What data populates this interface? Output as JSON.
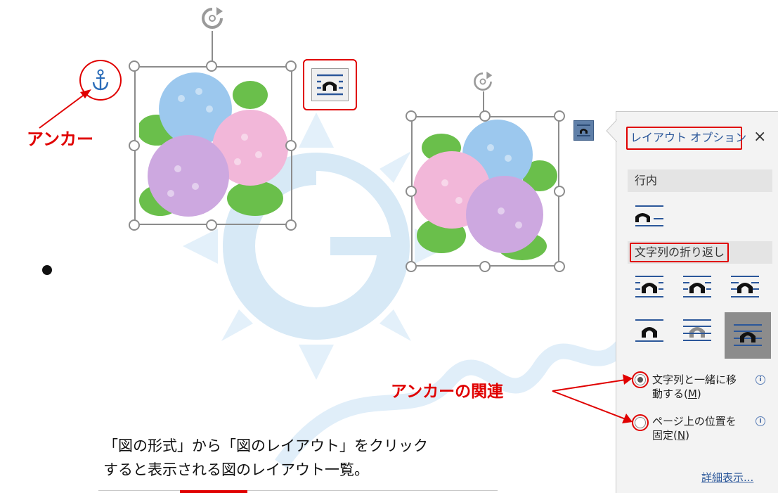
{
  "annotations": {
    "anchor_label": "アンカー",
    "anchor_relation_label": "アンカーの関連",
    "caption_line1": "「図の形式」から「図のレイアウト」をクリック",
    "caption_line2": "すると表示される図のレイアウト一覧。"
  },
  "panel": {
    "title": "レイアウト オプション",
    "close_glyph": "×",
    "section_inline": "行内",
    "section_wrap": "文字列の折り返し",
    "radio_move_with_text": {
      "line1": "文字列と一緒に移",
      "line2_prefix": "動する(",
      "key": "M",
      "suffix": ")",
      "selected": true
    },
    "radio_fix_position": {
      "line1": "ページ上の位置を",
      "line2_prefix": "固定(",
      "key": "N",
      "suffix": ")",
      "selected": false
    },
    "info_glyph": "i",
    "more_link": "詳細表示..."
  },
  "colors": {
    "accent_red": "#e00000",
    "panel_bg": "#f3f3f3",
    "icon_blue": "#2b579a",
    "selected_tile": "#8c8c8c"
  },
  "icons": [
    "anchor-icon",
    "rotate-icon",
    "layout-options-icon",
    "inline-icon",
    "wrap-square-icon",
    "wrap-tight-icon",
    "wrap-through-icon",
    "wrap-top-bottom-icon",
    "behind-text-icon",
    "in-front-of-text-icon"
  ]
}
